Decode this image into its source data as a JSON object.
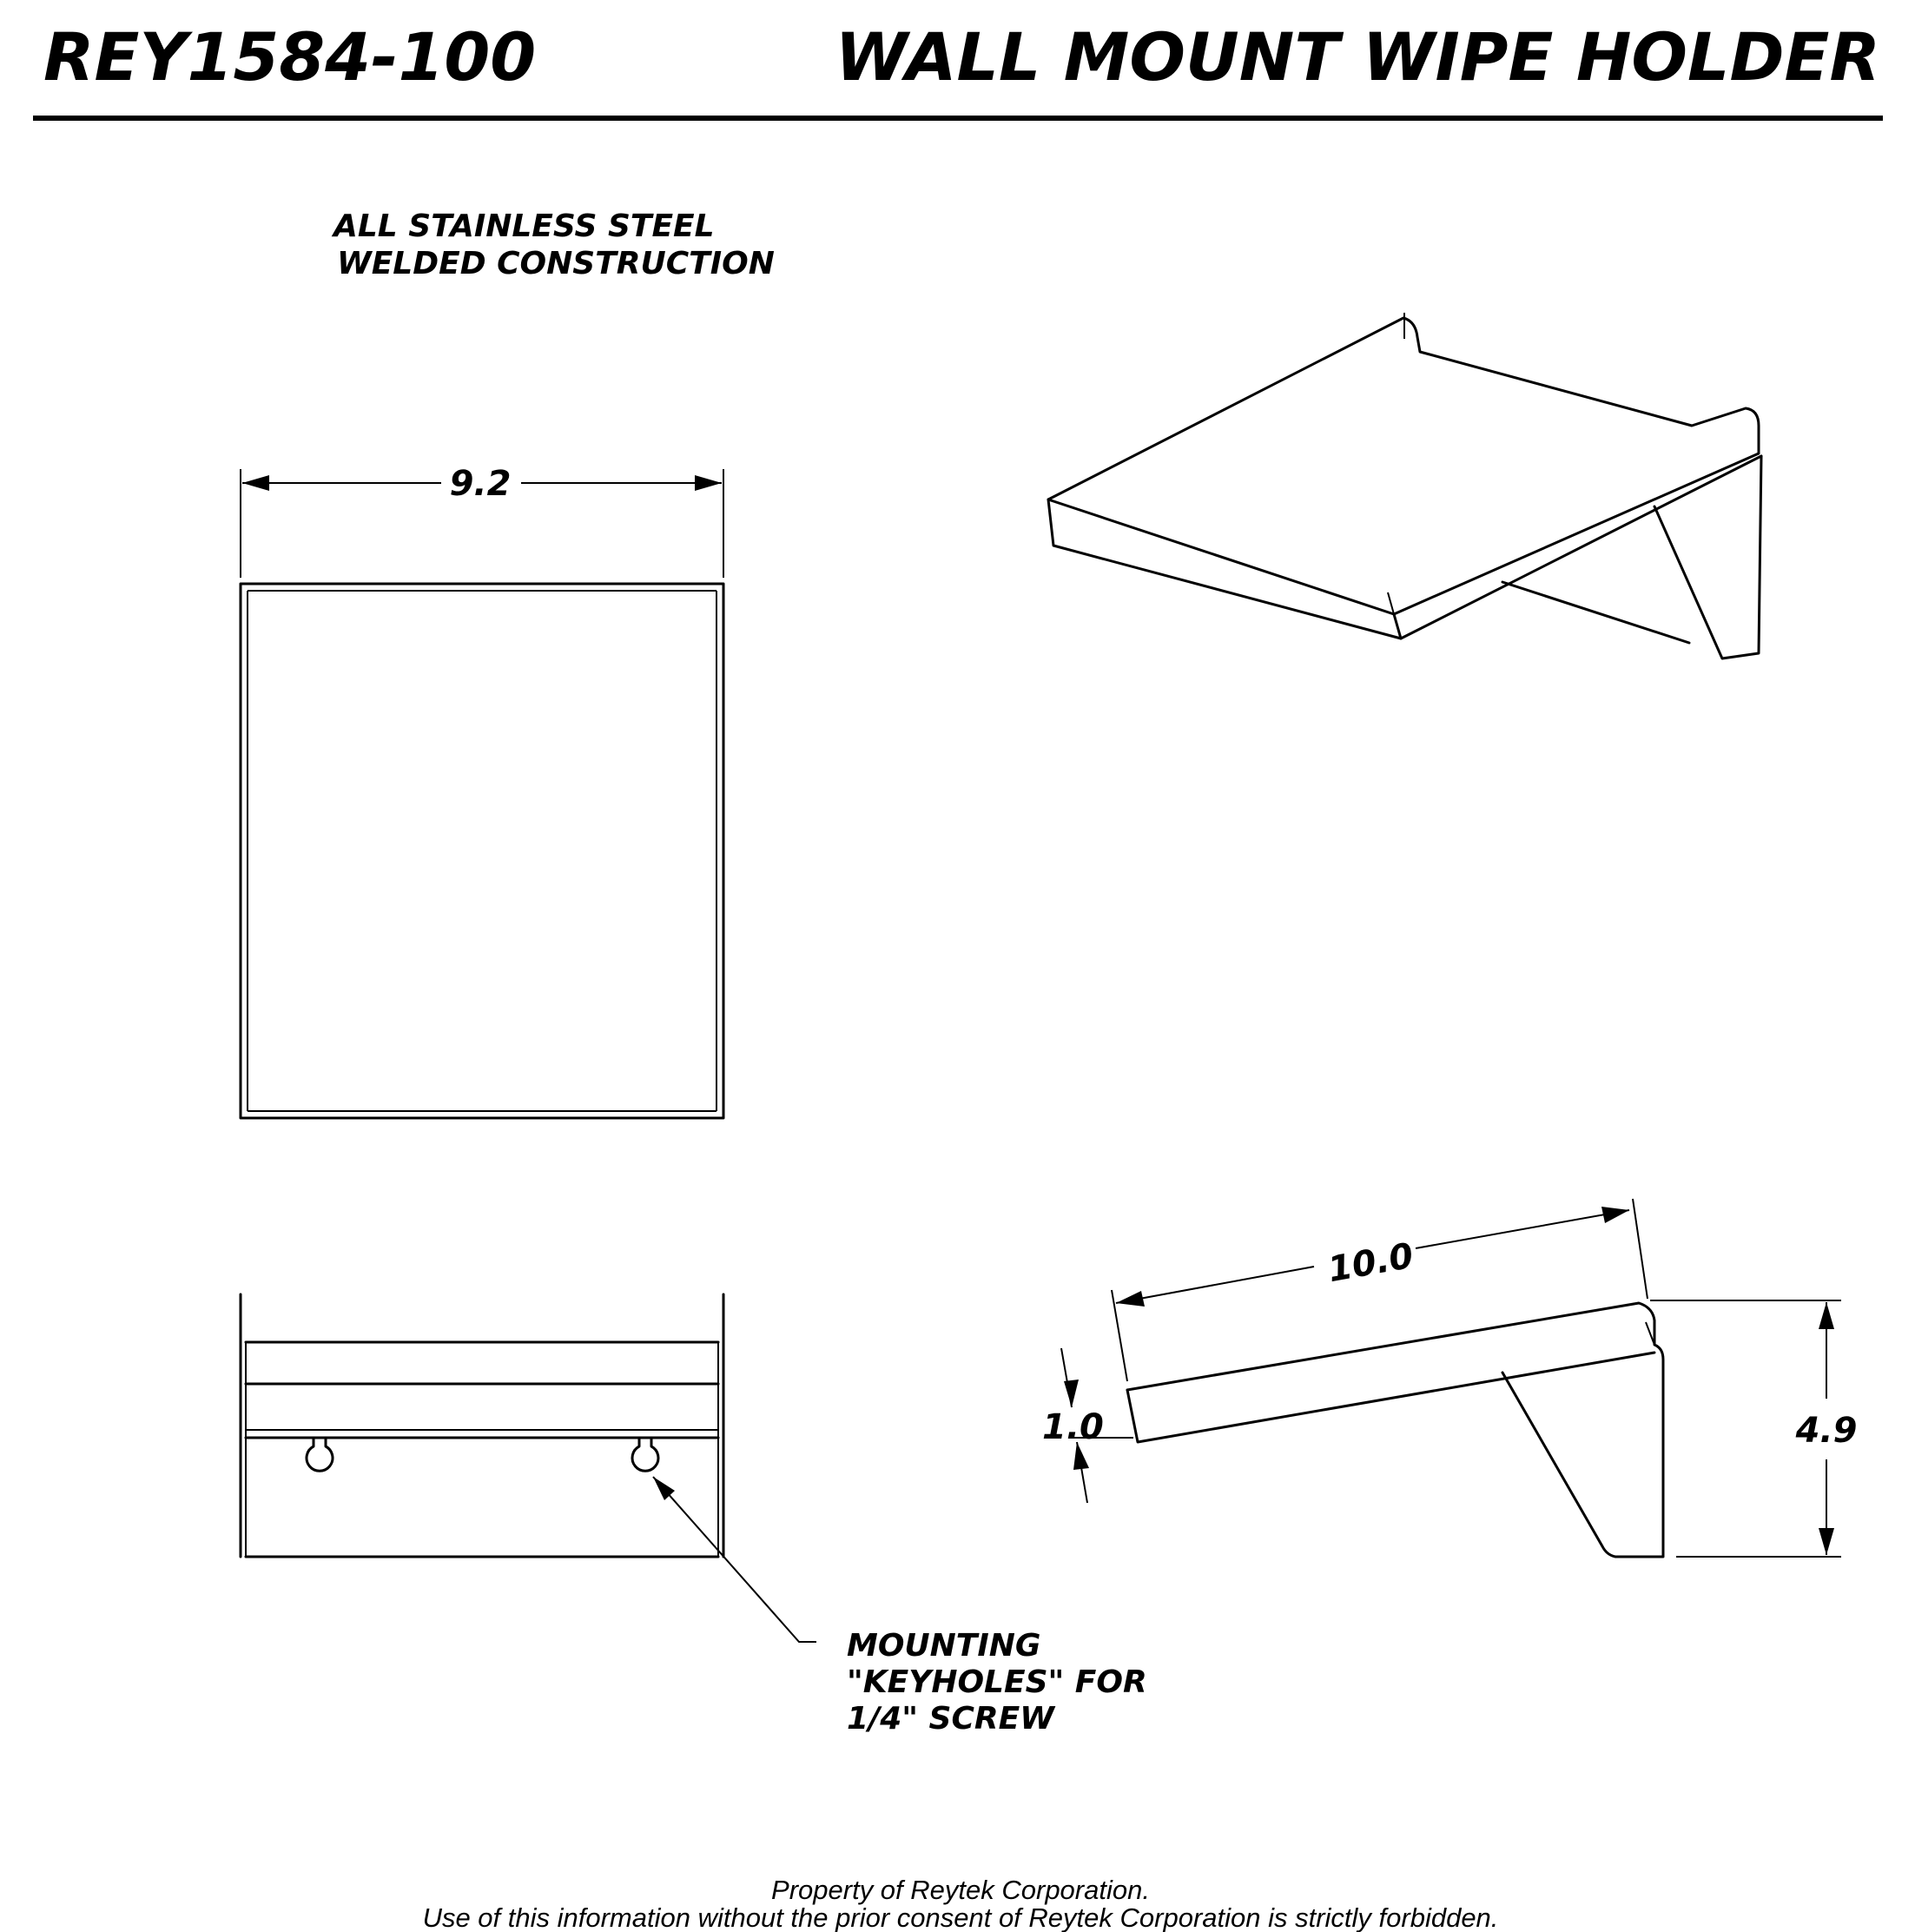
{
  "header": {
    "part_number": "REY1584-100",
    "title": "WALL MOUNT WIPE HOLDER"
  },
  "notes": {
    "material_line1": "ALL STAINLESS STEEL",
    "material_line2": "WELDED CONSTRUCTION"
  },
  "dimensions": {
    "width": "9.2",
    "depth": "10.0",
    "lip_height": "1.0",
    "overall_height": "4.9"
  },
  "callout": {
    "line1": "MOUNTING",
    "line2": "\"KEYHOLES\" FOR",
    "line3": "1/4\" SCREW"
  },
  "footer": {
    "line1": "Property of Reytek Corporation.",
    "line2": "Use of this information without the prior consent of Reytek Corporation is strictly forbidden."
  }
}
